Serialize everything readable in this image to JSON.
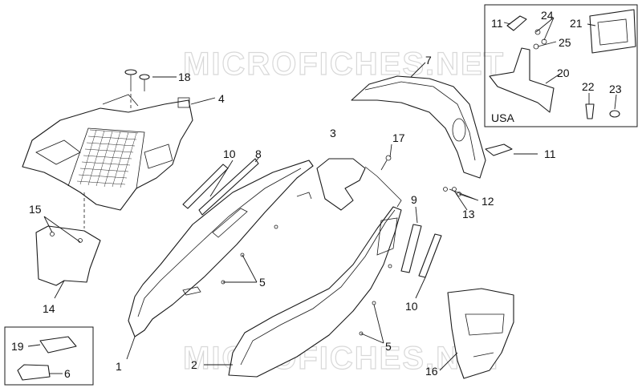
{
  "watermark": "MICROFICHES.NET",
  "inset_label": "USA",
  "labels": {
    "p1": "1",
    "p2": "2",
    "p3": "3",
    "p4": "4",
    "p5a": "5",
    "p5b": "5",
    "p6": "6",
    "p7": "7",
    "p8": "8",
    "p9": "9",
    "p10a": "10",
    "p10b": "10",
    "p11a": "11",
    "p11b": "11",
    "p12": "12",
    "p13": "13",
    "p14": "14",
    "p15": "15",
    "p16": "16",
    "p17": "17",
    "p18": "18",
    "p19": "19",
    "p20": "20",
    "p21": "21",
    "p22": "22",
    "p23": "23",
    "p24": "24",
    "p25": "25"
  }
}
